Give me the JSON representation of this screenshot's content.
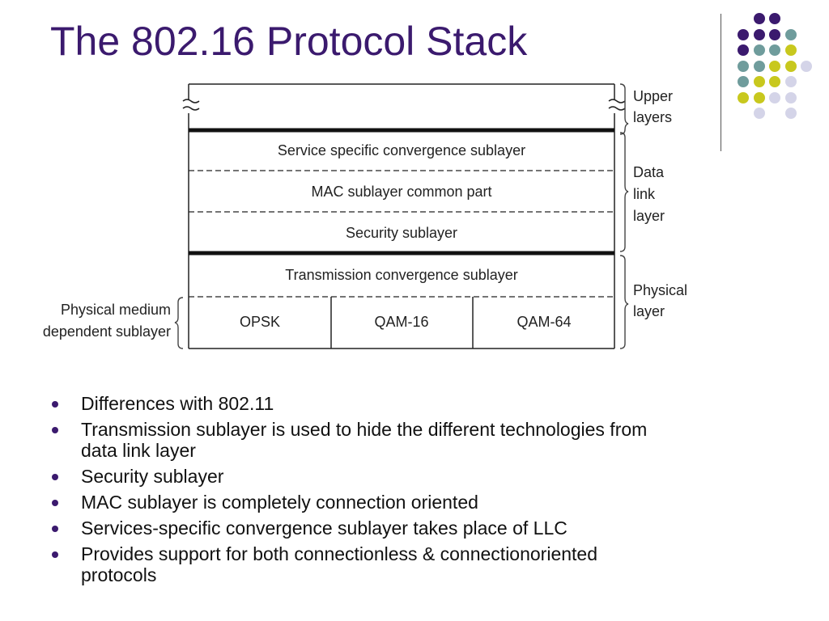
{
  "slide": {
    "title": "The 802.16 Protocol Stack"
  },
  "colors": {
    "title": "#3b1a6e",
    "dot_purple": "#3b1a6e",
    "dot_teal": "#6f9c9c",
    "dot_yellow": "#c8c81e",
    "dot_lavender": "#d4d4e8"
  },
  "decoration": {
    "dots": [
      {
        "row": 0,
        "col": 1,
        "color": "dot_purple"
      },
      {
        "row": 0,
        "col": 2,
        "color": "dot_purple"
      },
      {
        "row": 1,
        "col": 0,
        "color": "dot_purple"
      },
      {
        "row": 1,
        "col": 1,
        "color": "dot_purple"
      },
      {
        "row": 1,
        "col": 2,
        "color": "dot_purple"
      },
      {
        "row": 1,
        "col": 3,
        "color": "dot_teal"
      },
      {
        "row": 2,
        "col": 0,
        "color": "dot_purple"
      },
      {
        "row": 2,
        "col": 1,
        "color": "dot_teal"
      },
      {
        "row": 2,
        "col": 2,
        "color": "dot_teal"
      },
      {
        "row": 2,
        "col": 3,
        "color": "dot_yellow"
      },
      {
        "row": 3,
        "col": 0,
        "color": "dot_teal"
      },
      {
        "row": 3,
        "col": 1,
        "color": "dot_teal"
      },
      {
        "row": 3,
        "col": 2,
        "color": "dot_yellow"
      },
      {
        "row": 3,
        "col": 3,
        "color": "dot_yellow"
      },
      {
        "row": 3,
        "col": 4,
        "color": "dot_lavender"
      },
      {
        "row": 4,
        "col": 0,
        "color": "dot_teal"
      },
      {
        "row": 4,
        "col": 1,
        "color": "dot_yellow"
      },
      {
        "row": 4,
        "col": 2,
        "color": "dot_yellow"
      },
      {
        "row": 4,
        "col": 3,
        "color": "dot_lavender"
      },
      {
        "row": 5,
        "col": 0,
        "color": "dot_yellow"
      },
      {
        "row": 5,
        "col": 1,
        "color": "dot_yellow"
      },
      {
        "row": 5,
        "col": 2,
        "color": "dot_lavender"
      },
      {
        "row": 5,
        "col": 3,
        "color": "dot_lavender"
      },
      {
        "row": 6,
        "col": 1,
        "color": "dot_lavender"
      },
      {
        "row": 6,
        "col": 3,
        "color": "dot_lavender"
      }
    ]
  },
  "diagram": {
    "layers": {
      "service": "Service specific convergence sublayer",
      "mac": "MAC sublayer common part",
      "security": "Security sublayer",
      "transmission": "Transmission convergence sublayer",
      "opsk": "OPSK",
      "qam16": "QAM-16",
      "qam64": "QAM-64"
    },
    "right_labels": {
      "upper": [
        "Upper",
        "layers"
      ],
      "data_link": [
        "Data",
        "link",
        "layer"
      ],
      "physical": [
        "Physical",
        "layer"
      ]
    },
    "left_label": [
      "Physical medium",
      "dependent sublayer"
    ]
  },
  "bullets": [
    {
      "lines": [
        "Differences with 802.11"
      ]
    },
    {
      "lines": [
        "Transmission sublayer is used to hide the different technologies from",
        "data link layer"
      ]
    },
    {
      "lines": [
        "Security sublayer"
      ]
    },
    {
      "lines": [
        "MAC sublayer is completely connection oriented"
      ]
    },
    {
      "lines": [
        "Services-specific convergence sublayer takes place of LLC"
      ]
    },
    {
      "lines": [
        "Provides support for both connectionless & connectionoriented",
        "protocols"
      ]
    }
  ]
}
